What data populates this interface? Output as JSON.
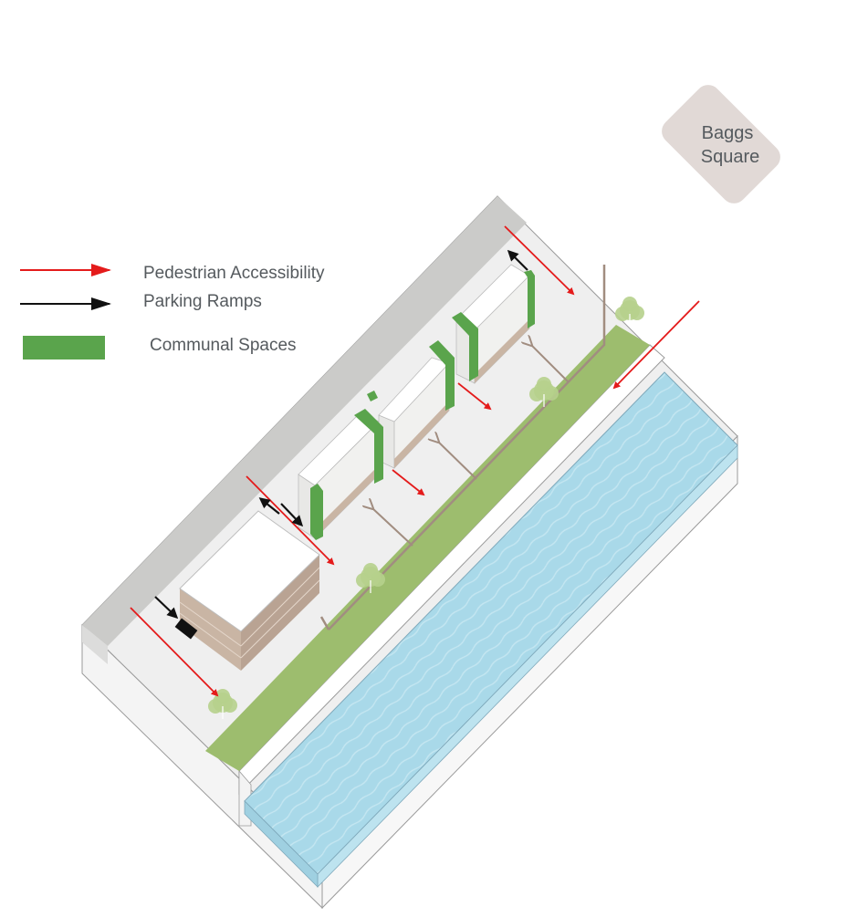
{
  "legend": {
    "items": [
      {
        "label": "Pedestrian Accessibility",
        "symbol": "red-arrow",
        "color": "#e41b1b"
      },
      {
        "label": "Parking Ramps",
        "symbol": "black-arrow",
        "color": "#111111"
      },
      {
        "label": "Communal Spaces",
        "symbol": "green-swatch",
        "color": "#5aa44c"
      }
    ]
  },
  "callout": {
    "line1": "Baggs",
    "line2": "Square",
    "color": "#e1d9d6"
  },
  "colors": {
    "road": "#cbcbc9",
    "ground": "#efefef",
    "green_strip": "#9dbd6e",
    "water": "#a9d9e9",
    "building_top": "#ffffff",
    "building_side": "#e6e6e4",
    "building_base": "#c9b5a4",
    "communal": "#5aa44c",
    "path": "#a18d80",
    "tree": "#b6d08c"
  }
}
